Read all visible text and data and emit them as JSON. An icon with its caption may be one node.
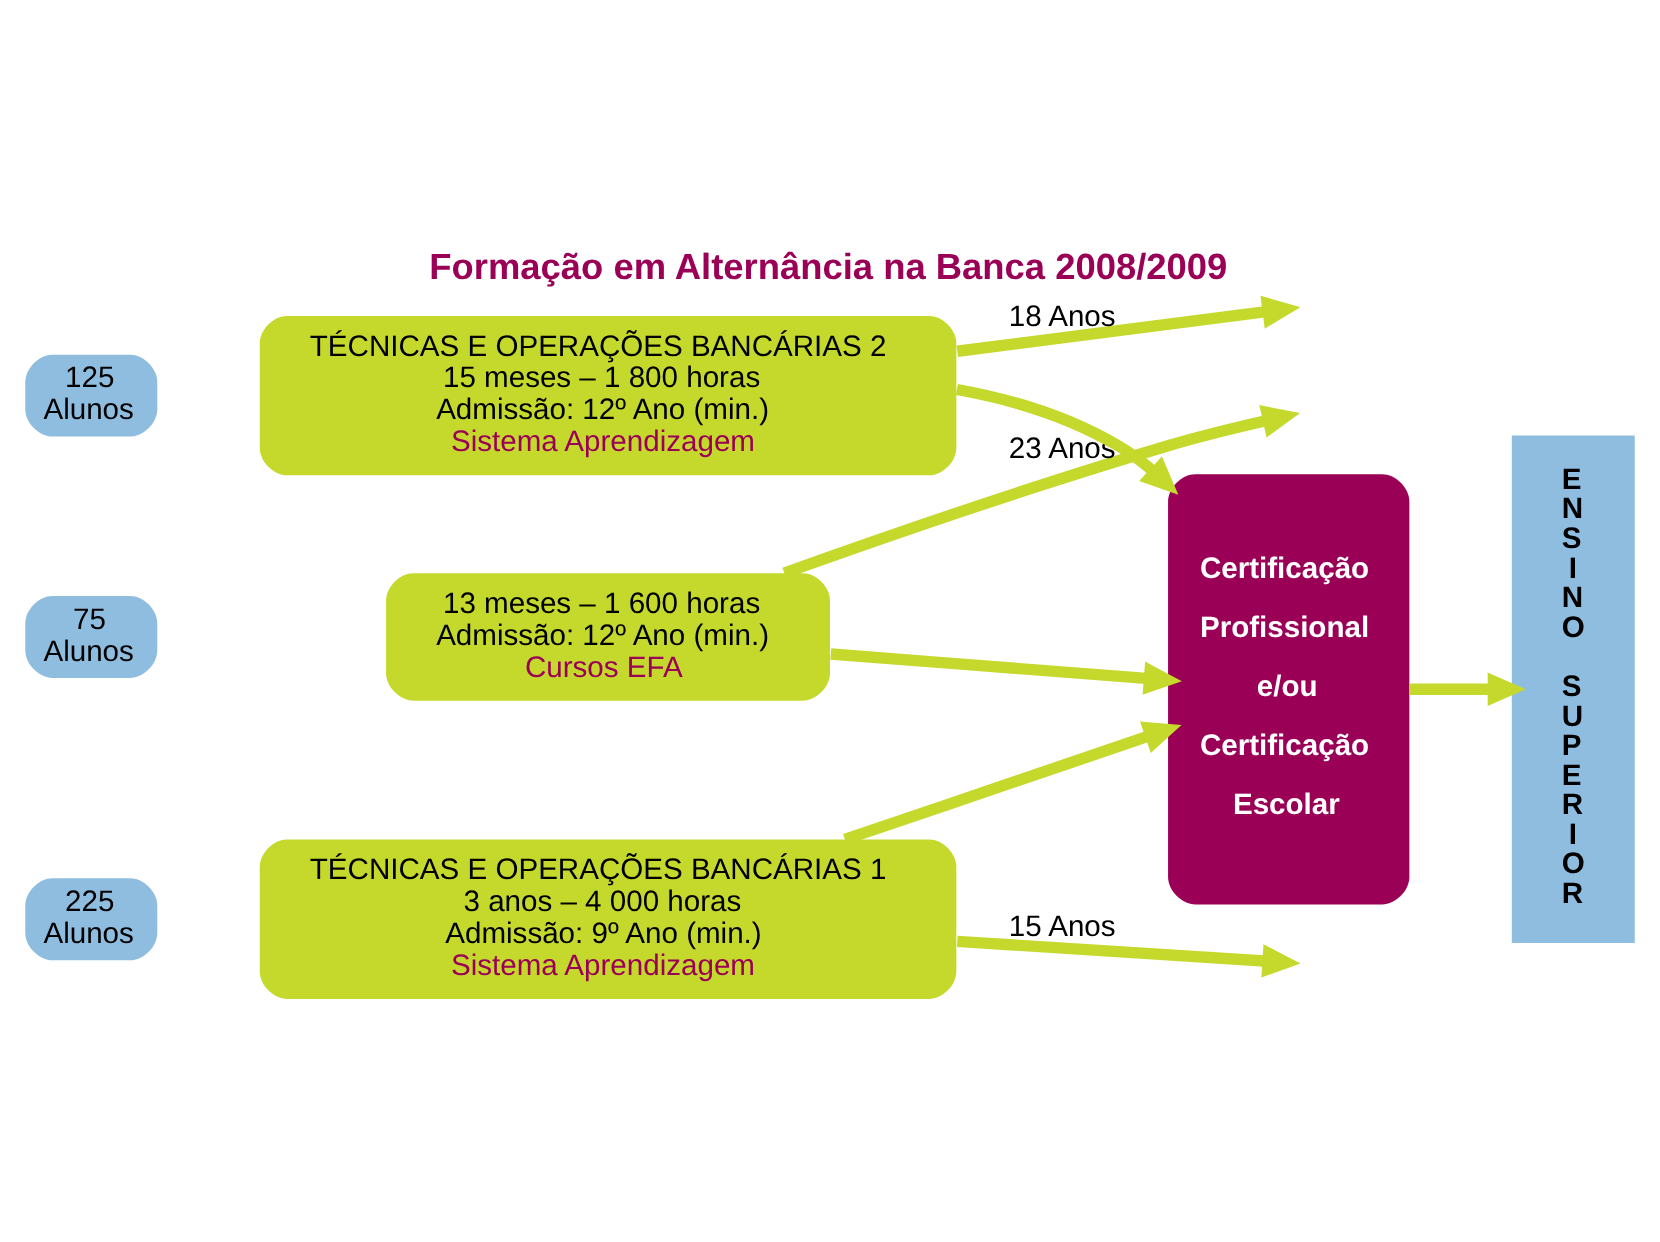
{
  "diagram": {
    "title": "Formação em Alternância na Banca 2008/2009",
    "nodes": [
      {
        "text": [
          "75 Alunos"
        ]
      },
      {
        "text": [
          "13 meses – 1 600 horas",
          "Admissão: 12º Ano (min.)",
          "Cursos EFA"
        ]
      },
      {
        "text": [
          "125 Alunos"
        ]
      },
      {
        "text": [
          "TÉCNICAS E OPERAÇÕES BANCÁRIAS 2",
          "15 meses – 1 800 horas",
          "Admissão: 12º Ano (min.)",
          "Sistema Aprendizagem"
        ]
      },
      {
        "text": [
          "225 Alunos"
        ]
      },
      {
        "text": [
          "TÉCNICAS E OPERAÇÕES BANCÁRIAS 1",
          "3 anos – 4 000 horas",
          "Admissão: 9º Ano (min.)",
          "Sistema Aprendizagem"
        ]
      },
      {
        "text": [
          "Certificação Profissional e/ou Certificação Escolar"
        ]
      },
      {
        "text": [
          "ENSINO SUPERIOR"
        ]
      }
    ],
    "edges": [
      {
        "from": 1,
        "to": 6,
        "arrow": "to"
      },
      {
        "from": 1,
        "to": null,
        "arrow": "to",
        "label": "23 Anos"
      },
      {
        "from": 3,
        "to": 6,
        "arrow": "to"
      },
      {
        "from": 3,
        "to": null,
        "arrow": "to",
        "label": "18 Anos"
      },
      {
        "from": 5,
        "to": 6,
        "arrow": "to"
      },
      {
        "from": 5,
        "to": null,
        "arrow": "to",
        "label": "15 Anos"
      },
      {
        "from": 6,
        "to": 7,
        "arrow": "to"
      }
    ]
  }
}
